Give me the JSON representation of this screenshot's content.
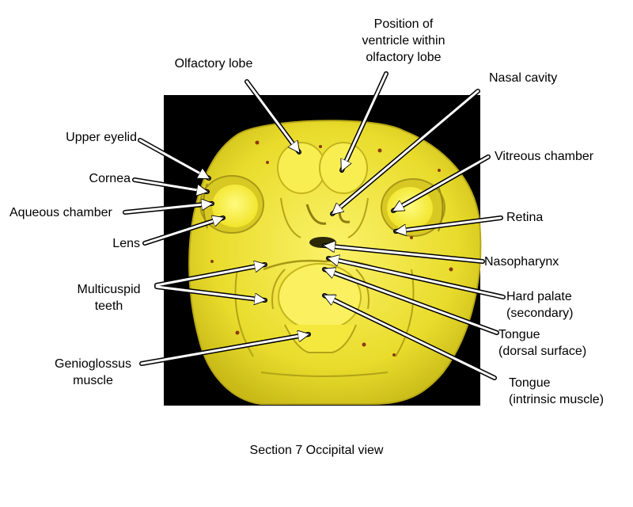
{
  "caption": "Section 7 Occipital view",
  "labels": {
    "olfactory_lobe": "Olfactory lobe",
    "ventricle": [
      "Position of",
      "ventricle within",
      "olfactory lobe"
    ],
    "nasal_cavity": "Nasal cavity",
    "upper_eyelid": "Upper eyelid",
    "cornea": "Cornea",
    "aqueous_chamber": "Aqueous chamber",
    "lens": "Lens",
    "multicuspid_teeth": [
      "Multicuspid",
      "teeth"
    ],
    "genioglossus": [
      "Genioglossus",
      "muscle"
    ],
    "vitreous_chamber": "Vitreous chamber",
    "retina": "Retina",
    "nasopharynx": "Nasopharynx",
    "hard_palate": [
      "Hard palate",
      "(secondary)"
    ],
    "tongue_dorsal": [
      "Tongue",
      "(dorsal surface)"
    ],
    "tongue_intrinsic": [
      "Tongue",
      "(intrinsic muscle)"
    ]
  },
  "colors": {
    "background": "#000000",
    "tissue": "#f2e832",
    "pointer": "#ffffff"
  }
}
